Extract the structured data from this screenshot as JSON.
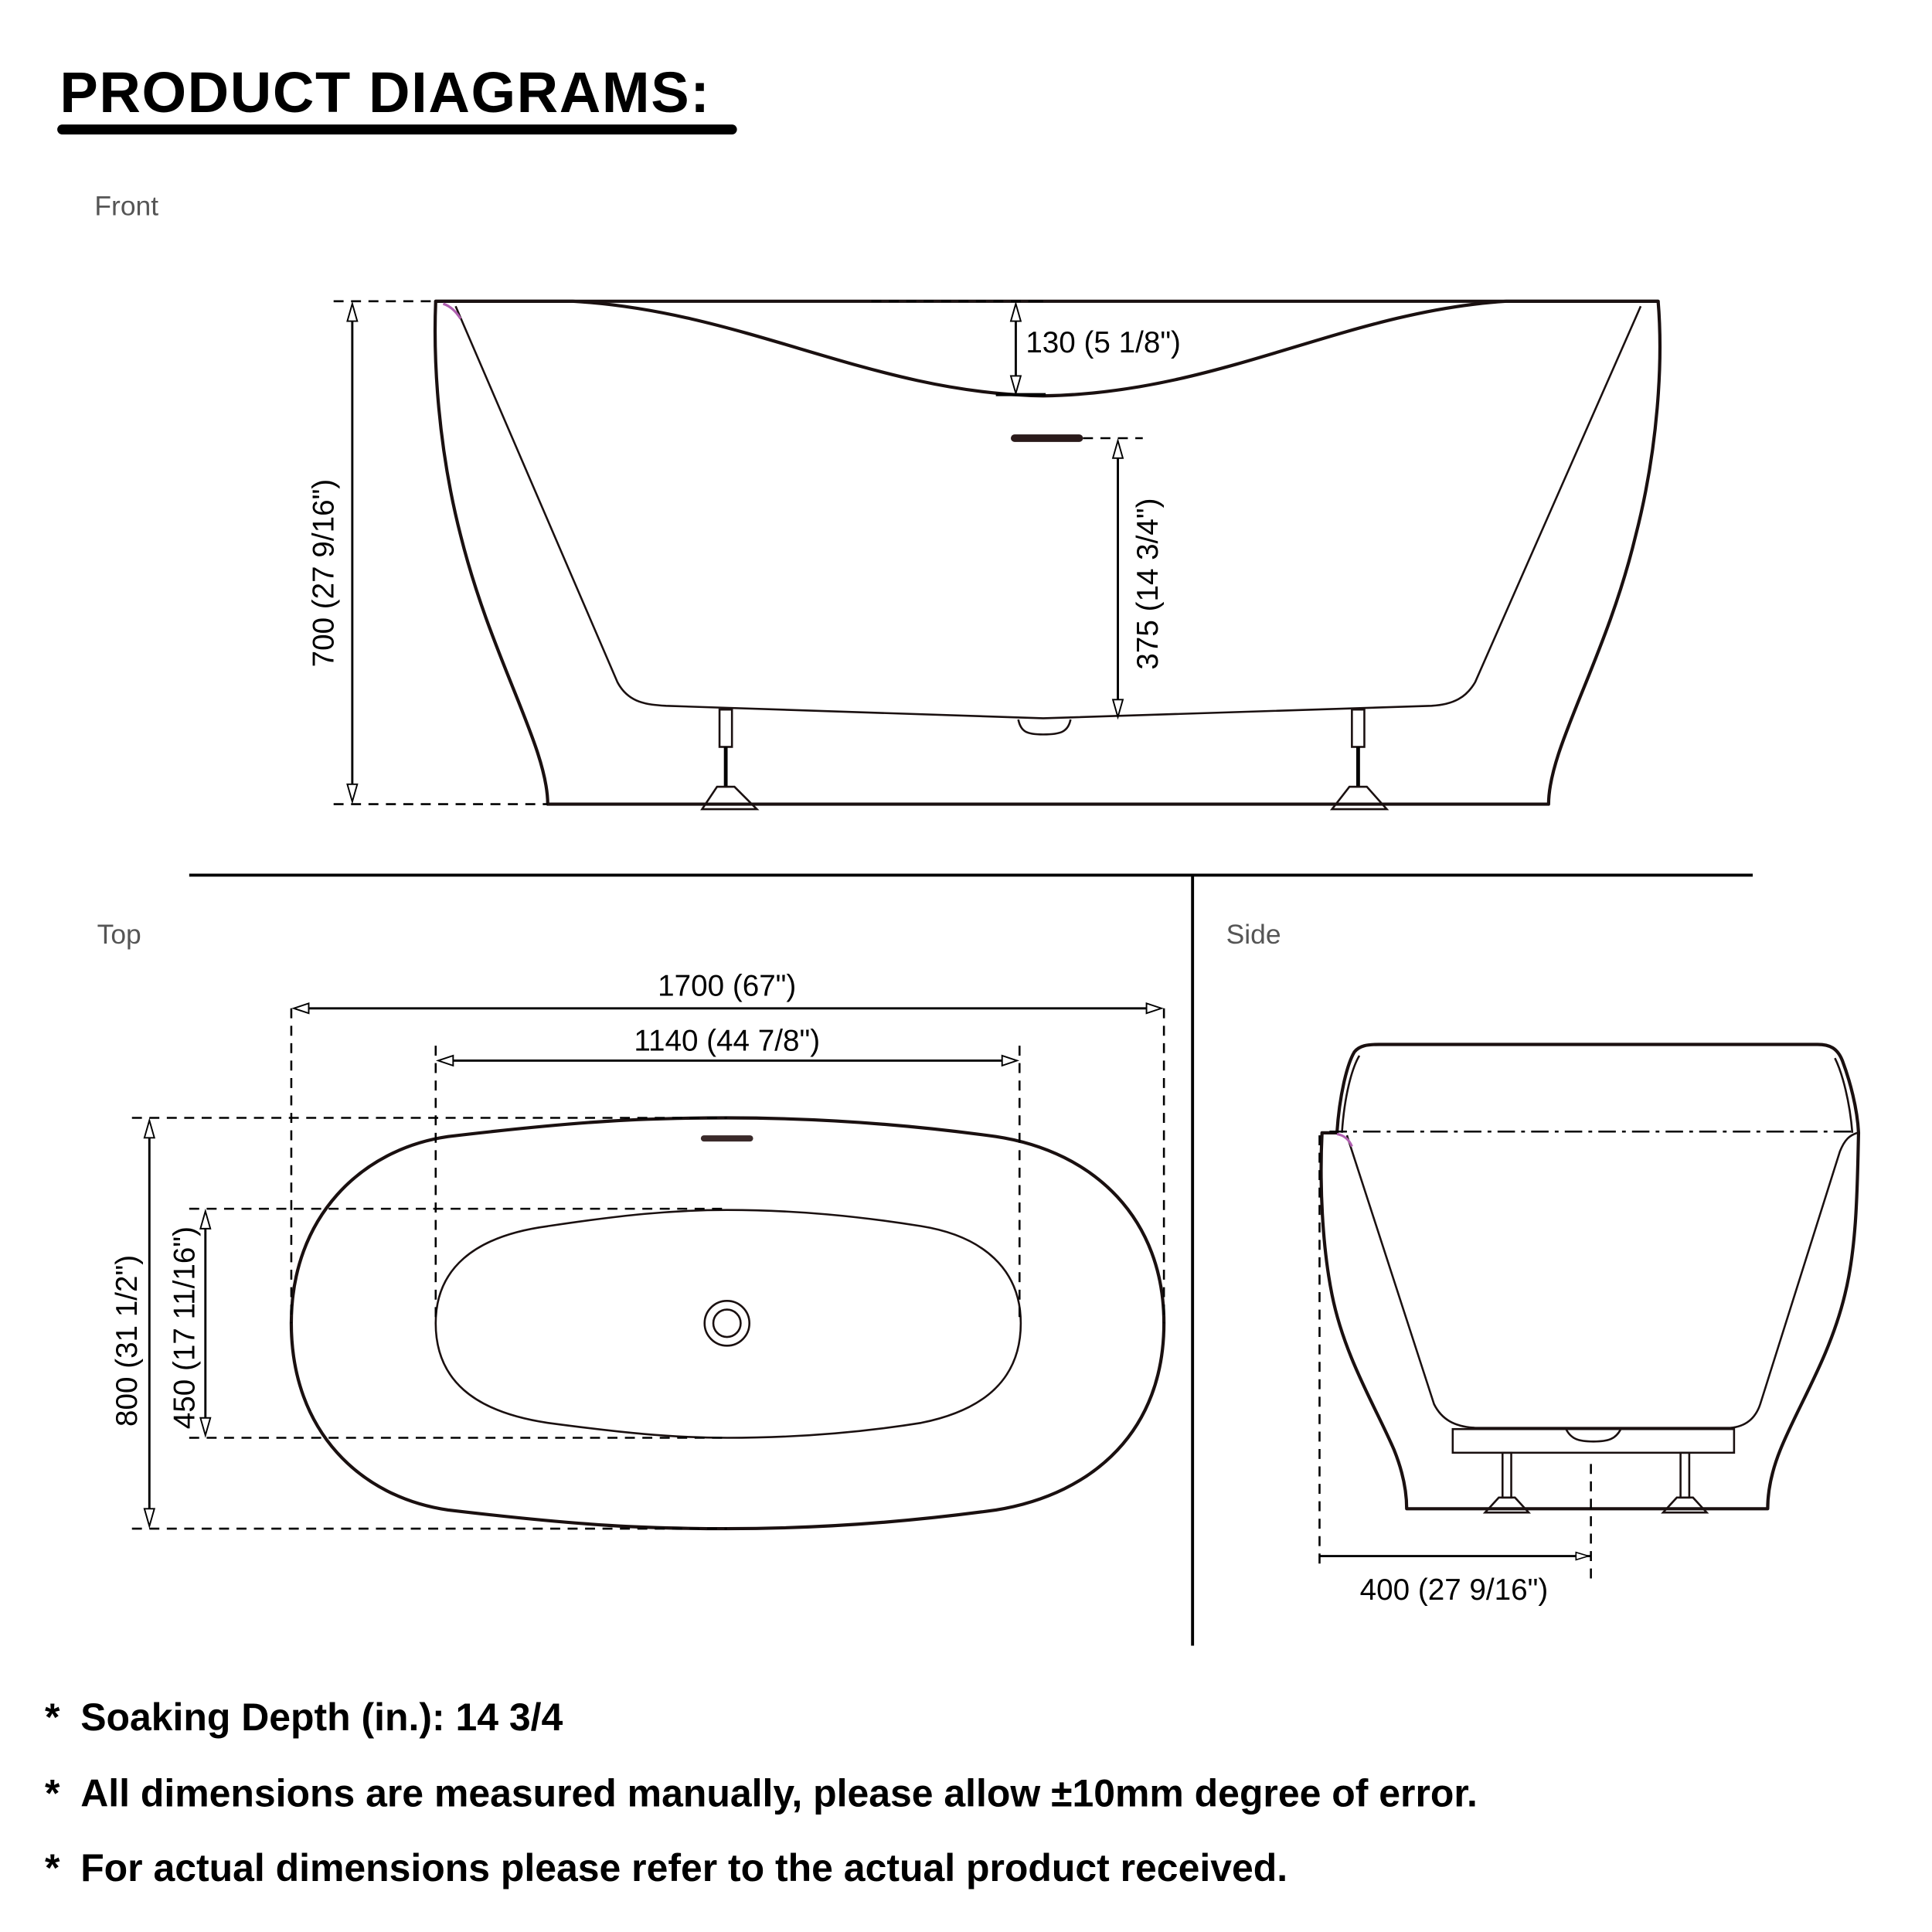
{
  "header": {
    "title": "PRODUCT DIAGRAMS:"
  },
  "views": {
    "front": {
      "label": "Front",
      "dimensions": {
        "total_height": "700 (27 9/16\")",
        "rim_dip": "130 (5 1/8\")",
        "overflow_to_bottom": "375 (14 3/4\")"
      }
    },
    "top": {
      "label": "Top",
      "dimensions": {
        "outer_length": "1700 (67\")",
        "inner_length": "1140 (44 7/8\")",
        "outer_width": "800 (31 1/2\")",
        "inner_width": "450 (17 11/16\")"
      }
    },
    "side": {
      "label": "Side",
      "dimensions": {
        "drain_offset": "400 (27 9/16\")"
      }
    }
  },
  "notes": [
    {
      "bullet": "*",
      "text": "Soaking Depth (in.): 14 3/4"
    },
    {
      "bullet": "*",
      "text": "All dimensions are measured manually, please allow ±10mm degree of error."
    },
    {
      "bullet": "*",
      "text": "For actual dimensions please refer to the actual product received."
    }
  ],
  "colors": {
    "line": "#1a1010",
    "label_gray": "#555555",
    "accent_corner": "#b060b0"
  }
}
